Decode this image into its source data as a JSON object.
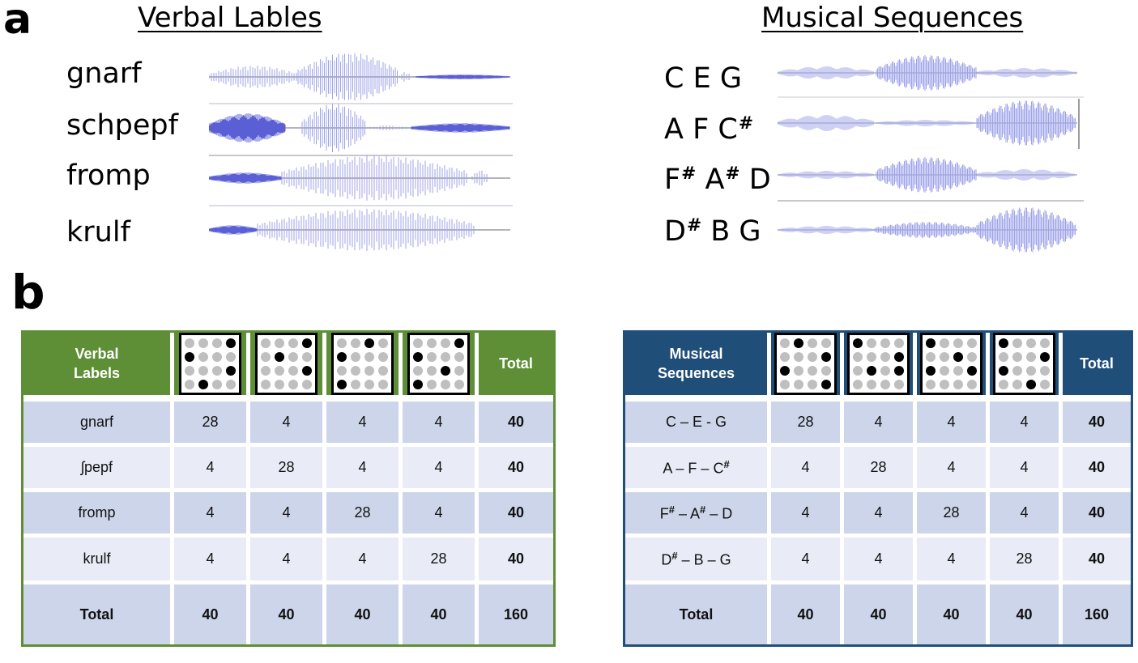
{
  "panel_a": {
    "letter": "a",
    "verbal": {
      "heading": "Verbal Lables",
      "words": [
        "gnarf",
        "schpepf",
        "fromp",
        "krulf"
      ]
    },
    "musical": {
      "heading": "Musical Sequences",
      "sequences": [
        {
          "notes": [
            "C",
            "E",
            "G"
          ],
          "sharp": [
            false,
            false,
            false
          ]
        },
        {
          "notes": [
            "A",
            "F",
            "C"
          ],
          "sharp": [
            false,
            false,
            true
          ]
        },
        {
          "notes": [
            "F",
            "A",
            "D"
          ],
          "sharp": [
            true,
            true,
            false
          ]
        },
        {
          "notes": [
            "D",
            "B",
            "G"
          ],
          "sharp": [
            true,
            false,
            false
          ]
        }
      ]
    },
    "colors": {
      "waveform": "#5a5fd6",
      "waveform_light": "#9ea3e8"
    }
  },
  "panel_b": {
    "letter": "b",
    "sharp_symbol": "#",
    "verbal_table": {
      "header": [
        "Verbal",
        "Labels"
      ],
      "total_label": "Total",
      "patterns": [
        [
          [
            0,
            0,
            0,
            1
          ],
          [
            1,
            0,
            0,
            0
          ],
          [
            0,
            0,
            0,
            1
          ],
          [
            0,
            1,
            0,
            0
          ]
        ],
        [
          [
            0,
            0,
            0,
            1
          ],
          [
            0,
            1,
            0,
            0
          ],
          [
            0,
            0,
            0,
            1
          ],
          [
            0,
            0,
            0,
            0
          ]
        ],
        [
          [
            0,
            0,
            1,
            0
          ],
          [
            1,
            0,
            0,
            0
          ],
          [
            0,
            0,
            0,
            0
          ],
          [
            1,
            0,
            0,
            0
          ]
        ],
        [
          [
            0,
            0,
            0,
            1
          ],
          [
            1,
            0,
            0,
            0
          ],
          [
            0,
            0,
            1,
            0
          ],
          [
            1,
            0,
            0,
            0
          ]
        ]
      ],
      "rows": [
        {
          "label": "gnarf",
          "values": [
            "28",
            "4",
            "4",
            "4"
          ],
          "total": "40"
        },
        {
          "label": "ʃpepf",
          "values": [
            "4",
            "28",
            "4",
            "4"
          ],
          "total": "40"
        },
        {
          "label": "fromp",
          "values": [
            "4",
            "4",
            "28",
            "4"
          ],
          "total": "40"
        },
        {
          "label": "krulf",
          "values": [
            "4",
            "4",
            "4",
            "28"
          ],
          "total": "40"
        }
      ],
      "totals": {
        "label": "Total",
        "values": [
          "40",
          "40",
          "40",
          "40"
        ],
        "grand": "160"
      },
      "color": "#5e8f36"
    },
    "musical_table": {
      "header": [
        "Musical",
        "Sequences"
      ],
      "total_label": "Total",
      "patterns": [
        [
          [
            0,
            1,
            0,
            0
          ],
          [
            0,
            0,
            0,
            1
          ],
          [
            1,
            0,
            0,
            0
          ],
          [
            0,
            0,
            0,
            1
          ]
        ],
        [
          [
            1,
            0,
            0,
            0
          ],
          [
            0,
            0,
            0,
            1
          ],
          [
            0,
            1,
            0,
            1
          ],
          [
            0,
            0,
            0,
            0
          ]
        ],
        [
          [
            1,
            0,
            0,
            0
          ],
          [
            0,
            0,
            1,
            0
          ],
          [
            1,
            0,
            0,
            1
          ],
          [
            0,
            0,
            0,
            0
          ]
        ],
        [
          [
            1,
            0,
            0,
            0
          ],
          [
            0,
            0,
            0,
            1
          ],
          [
            1,
            0,
            0,
            0
          ],
          [
            0,
            0,
            1,
            0
          ]
        ]
      ],
      "rows": [
        {
          "parts": [
            "C",
            "–",
            "E",
            "-",
            "G"
          ],
          "sharps": [
            false,
            false,
            false
          ],
          "values": [
            "28",
            "4",
            "4",
            "4"
          ],
          "total": "40"
        },
        {
          "parts": [
            "A",
            "–",
            "F",
            "–",
            "C"
          ],
          "sharps": [
            false,
            false,
            true
          ],
          "values": [
            "4",
            "28",
            "4",
            "4"
          ],
          "total": "40"
        },
        {
          "parts": [
            "F",
            "–",
            "A",
            "–",
            "D"
          ],
          "sharps": [
            true,
            true,
            false
          ],
          "values": [
            "4",
            "4",
            "28",
            "4"
          ],
          "total": "40"
        },
        {
          "parts": [
            "D",
            "–",
            "B",
            "–",
            "G"
          ],
          "sharps": [
            true,
            false,
            false
          ],
          "values": [
            "4",
            "4",
            "4",
            "28"
          ],
          "total": "40"
        }
      ],
      "totals": {
        "label": "Total",
        "values": [
          "40",
          "40",
          "40",
          "40"
        ],
        "grand": "160"
      },
      "color": "#1f4e79"
    }
  }
}
